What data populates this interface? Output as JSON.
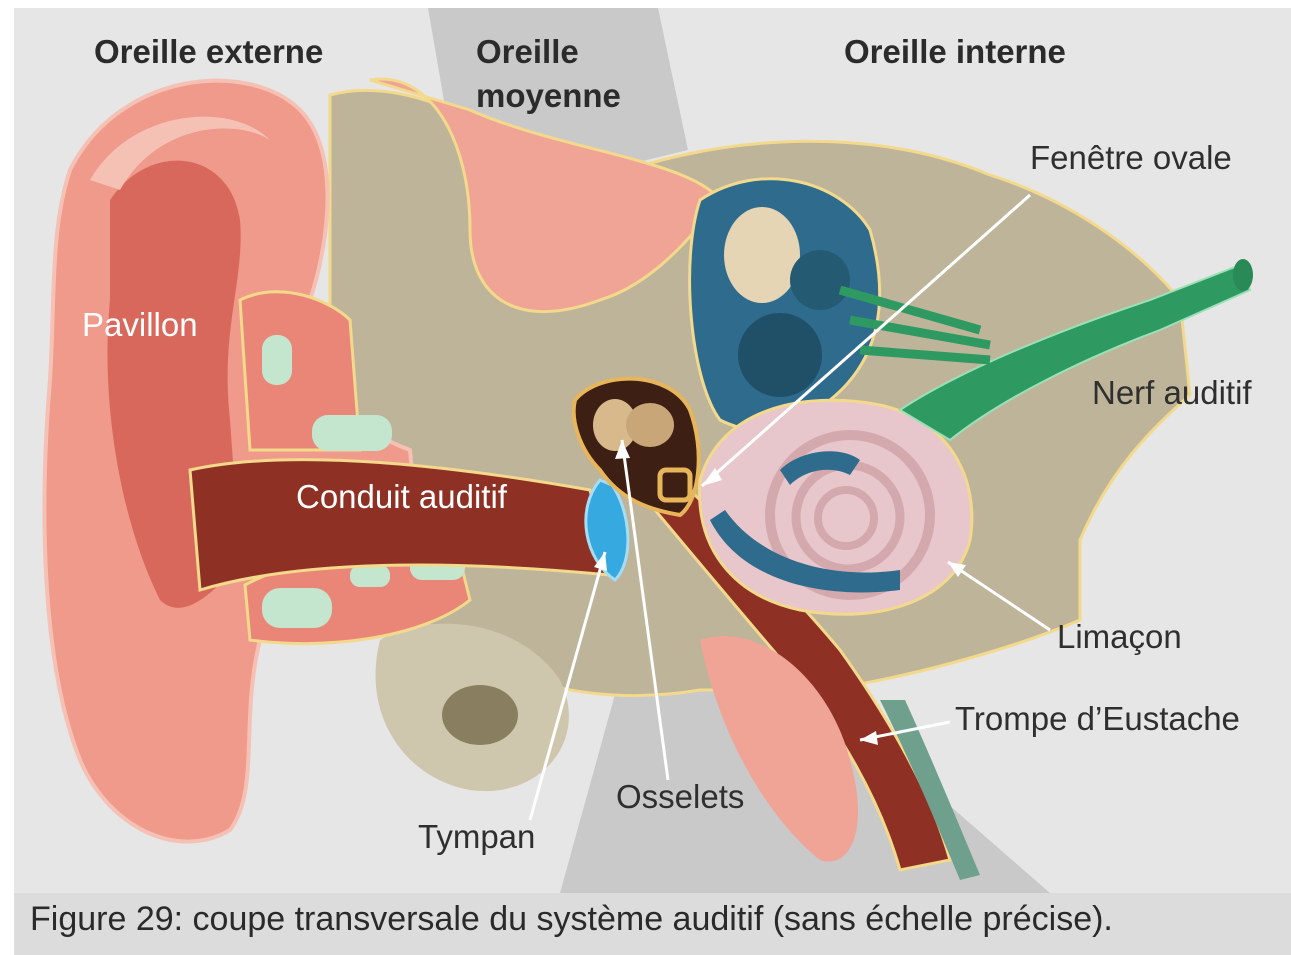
{
  "figure": {
    "regions": {
      "outer": "Oreille externe",
      "middle_line1": "Oreille",
      "middle_line2": "moyenne",
      "inner": "Oreille interne"
    },
    "labels": {
      "pavillon": "Pavillon",
      "conduit": "Conduit auditif",
      "fenetre": "Fenêtre ovale",
      "nerf": "Nerf auditif",
      "limacon": "Limaçon",
      "trompe": "Trompe d’Eustache",
      "osselets": "Osselets",
      "tympan": "Tympan"
    },
    "caption": "Figure 29: coupe transversale du système auditif (sans échelle précise).",
    "colors": {
      "background": "#e6e6e6",
      "band": "#c9c9c9",
      "skin": "#f0a496",
      "bone": "#bdb49a",
      "canal": "#8f3025",
      "cartilage": "#c4e6cf",
      "vestibule": "#2f6b8c",
      "cochlea": "#e7c7cb",
      "nerve": "#2e9a62",
      "outline": "#f3d98c"
    }
  }
}
